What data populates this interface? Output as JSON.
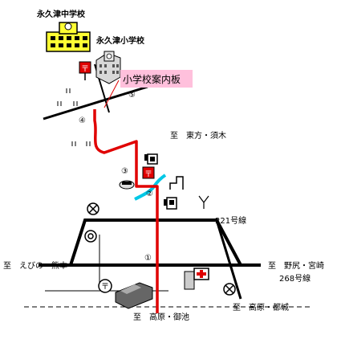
{
  "colors": {
    "route": "#e00000",
    "road": "#000000",
    "river": "#00c8e6",
    "school_yellow": "#ffff33",
    "sign_bg": "#ffc0dc"
  },
  "schools": {
    "junior_high": "永久津中学校",
    "elementary": "永久津小学校",
    "sign": "小学校案内板"
  },
  "directions": {
    "north": "至　東方・須木",
    "west": "至　えびの・熊本",
    "east": "至　野尻・宮崎",
    "south": "至　高原・御池",
    "southeast": "至　高原・都城"
  },
  "routes": {
    "r221": "221号線",
    "r268": "268号線"
  },
  "points": [
    "①",
    "②",
    "③",
    "④",
    "⑤"
  ],
  "symbols": {
    "post_office": "〒"
  },
  "icons": [
    "school-building-icon",
    "elementary-school-icon",
    "post-box-icon",
    "shrine-icon",
    "police-box-icon",
    "hospital-icon",
    "gas-station-icon",
    "fire-station-icon"
  ]
}
